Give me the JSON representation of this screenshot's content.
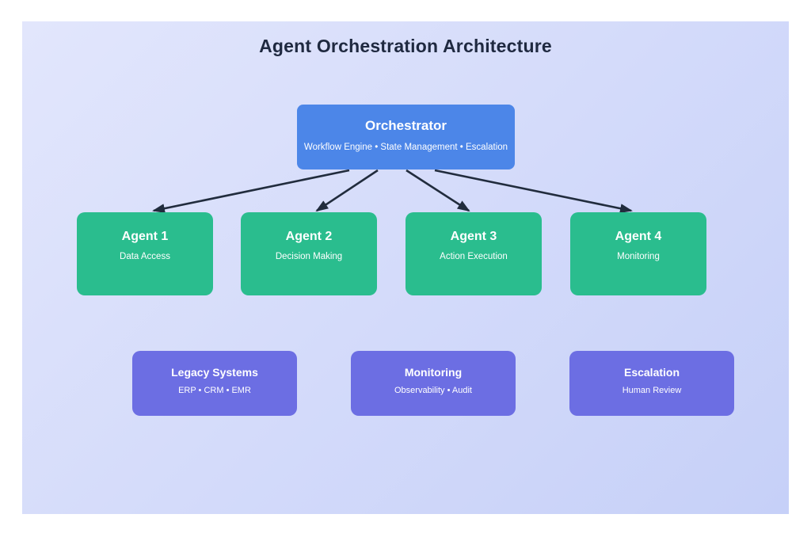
{
  "title": "Agent Orchestration Architecture",
  "colors": {
    "canvas-start": "#e2e6fc",
    "canvas-end": "#c6d0f8",
    "orchestrator": "#4c86e8",
    "agent": "#2abd8e",
    "system": "#6c6ee3",
    "arrow": "#212c3d",
    "title-text": "#1f2940",
    "node-text": "#ffffff"
  },
  "orchestrator": {
    "title": "Orchestrator",
    "subtitle": "Workflow Engine • State Management • Escalation"
  },
  "agents": [
    {
      "title": "Agent 1",
      "subtitle": "Data Access"
    },
    {
      "title": "Agent 2",
      "subtitle": "Decision Making"
    },
    {
      "title": "Agent 3",
      "subtitle": "Action Execution"
    },
    {
      "title": "Agent 4",
      "subtitle": "Monitoring"
    }
  ],
  "systems": [
    {
      "title": "Legacy Systems",
      "subtitle": "ERP • CRM • EMR"
    },
    {
      "title": "Monitoring",
      "subtitle": "Observability • Audit"
    },
    {
      "title": "Escalation",
      "subtitle": "Human Review"
    }
  ]
}
